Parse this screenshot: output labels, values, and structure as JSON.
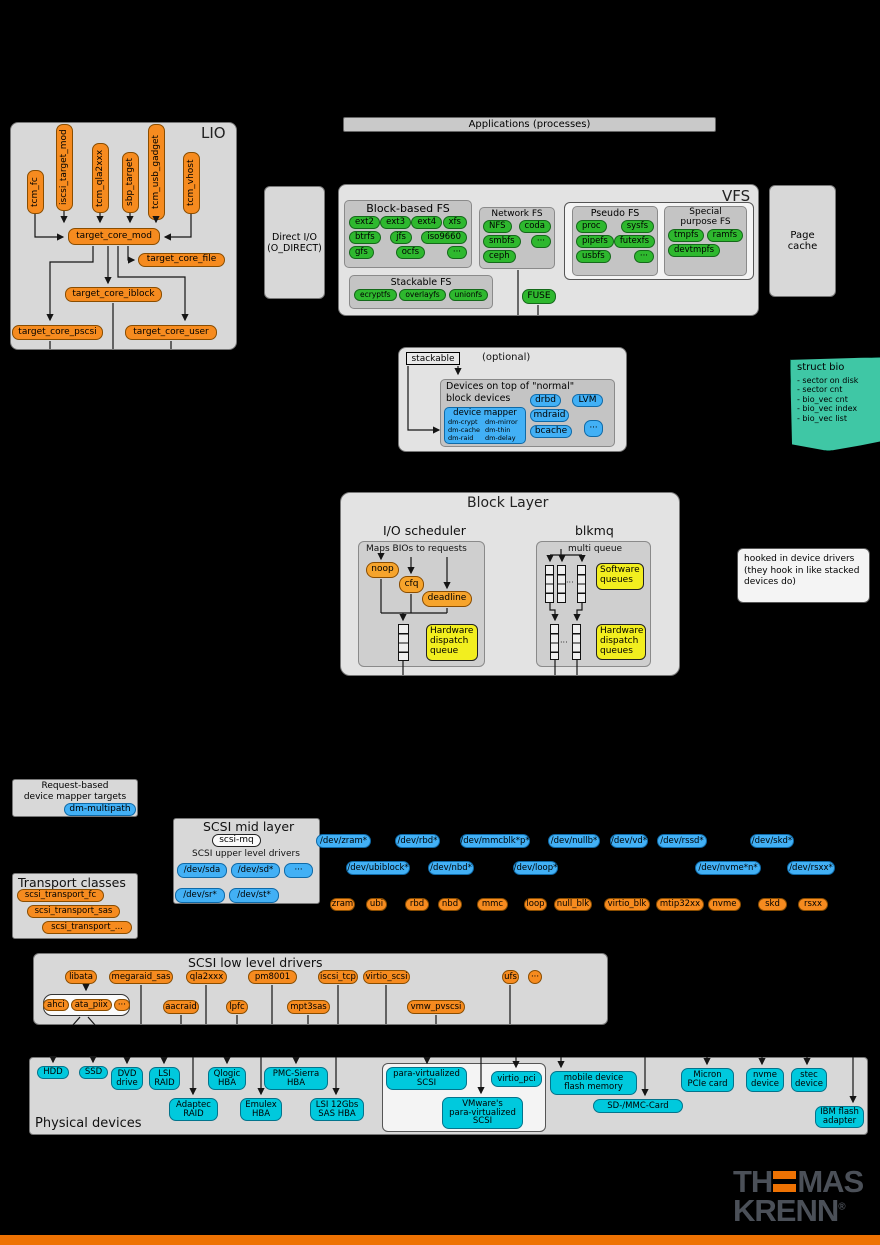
{
  "colors": {
    "orange": "#f68b1f",
    "orange2": "#f6a42c",
    "green": "#2eb82e",
    "blue": "#42b0f5",
    "cyan": "#00c9dd",
    "yellow": "#f2ee1f",
    "teal": "#3fc7a5",
    "brand_orange": "#ee7203",
    "brand_gray": "#4b5058"
  },
  "applications": {
    "label": "Applications (processes)"
  },
  "lio": {
    "title": "LIO",
    "vertical": [
      "tcm_fc",
      "iscsi_target_mod",
      "tcm_qla2xxx",
      "sbp_target",
      "tcm_usb_gadget",
      "tcm_vhost"
    ],
    "core": "target_core_mod",
    "file": "target_core_file",
    "iblock": "target_core_iblock",
    "pscsi": "target_core_pscsi",
    "user": "target_core_user"
  },
  "direct_io": {
    "label": "Direct I/O\n(O_DIRECT)"
  },
  "page_cache": {
    "label": "Page\ncache"
  },
  "vfs": {
    "title": "VFS",
    "block_based": {
      "title": "Block-based FS",
      "row1": [
        "ext2",
        "ext3",
        "ext4",
        "xfs"
      ],
      "row2": [
        "btrfs",
        "jfs",
        "iso9660"
      ],
      "row3": [
        "gfs",
        "ocfs",
        "···"
      ]
    },
    "network": {
      "title": "Network FS",
      "row1": [
        "NFS",
        "coda"
      ],
      "row2": [
        "smbfs",
        "···"
      ],
      "row3": [
        "ceph"
      ]
    },
    "pseudo": {
      "title": "Pseudo FS",
      "row1": [
        "proc",
        "sysfs"
      ],
      "row2": [
        "pipefs",
        "futexfs"
      ],
      "row3": [
        "usbfs",
        "···"
      ]
    },
    "special": {
      "title": "Special\npurpose FS",
      "row1": [
        "tmpfs",
        "ramfs"
      ],
      "row2": [
        "devtmpfs"
      ]
    },
    "stackable_fs": {
      "title": "Stackable FS",
      "items": [
        "ecryptfs",
        "overlayfs",
        "unionfs"
      ]
    },
    "fuse": "FUSE"
  },
  "optional_stack": {
    "stackable": "stackable",
    "optional": "(optional)",
    "title": "Devices on top of \"normal\"\nblock devices",
    "device_mapper": {
      "title": "device mapper",
      "items": [
        "dm-crypt",
        "dm-mirror",
        "dm-cache",
        "dm-thin",
        "dm-raid",
        "dm-delay"
      ]
    },
    "drbd": "drbd",
    "lvm": "LVM",
    "mdraid": "mdraid",
    "bcache": "bcache",
    "more": "···"
  },
  "struct_bio": {
    "title": "struct bio",
    "fields": [
      "- sector on disk",
      "- sector cnt",
      "- bio_vec cnt",
      "- bio_vec index",
      "- bio_vec list"
    ]
  },
  "block_layer": {
    "title": "Block Layer",
    "io_scheduler": {
      "title": "I/O scheduler",
      "note": "Maps BIOs to requests",
      "noop": "noop",
      "cfq": "cfq",
      "deadline": "deadline",
      "hw_queue": "Hardware\ndispatch\nqueue"
    },
    "blkmq": {
      "title": "blkmq",
      "note": "multi queue",
      "software": "Software\nqueues",
      "hardware": "Hardware\ndispatch\nqueues",
      "dots1": "···",
      "dots2": "···"
    }
  },
  "hooked_note": {
    "text": "hooked in device drivers\n(they hook in like stacked\ndevices do)"
  },
  "request_based": {
    "title": "Request-based\ndevice mapper targets",
    "item": "dm-multipath"
  },
  "transport": {
    "title": "Transport classes",
    "items": [
      "scsi_transport_fc",
      "scsi_transport_sas",
      "scsi_transport_..."
    ]
  },
  "scsi_mid": {
    "title": "SCSI mid layer",
    "mq": "scsi-mq",
    "upper": "SCSI upper level drivers",
    "row1": [
      "/dev/sda",
      "/dev/sd*",
      "···"
    ],
    "row2": [
      "/dev/sr*",
      "/dev/st*"
    ]
  },
  "dev_nodes": {
    "row1": [
      "/dev/zram*",
      "/dev/rbd*",
      "/dev/mmcblk*p*",
      "/dev/nullb*",
      "/dev/vd*",
      "/dev/rssd*",
      "/dev/skd*"
    ],
    "row2": [
      "/dev/ubiblock*",
      "/dev/nbd*",
      "/dev/loop*",
      "/dev/nvme*n*",
      "/dev/rsxx*"
    ]
  },
  "block_drivers": [
    "zram",
    "ubi",
    "rbd",
    "nbd",
    "mmc",
    "loop",
    "null_blk",
    "virtio_blk",
    "mtip32xx",
    "nvme",
    "skd",
    "rsxx"
  ],
  "scsi_low": {
    "title": "SCSI low level drivers",
    "row1": [
      "libata",
      "megaraid_sas",
      "qla2xxx",
      "pm8001",
      "iscsi_tcp",
      "virtio_scsi",
      "ufs",
      "···"
    ],
    "ata": [
      "ahci",
      "ata_piix",
      "···"
    ],
    "row2": [
      "aacraid",
      "lpfc",
      "mpt3sas",
      "vmw_pvscsi"
    ]
  },
  "physical": {
    "title": "Physical devices",
    "hdd": "HDD",
    "ssd": "SSD",
    "dvd": "DVD\ndrive",
    "lsi_raid": "LSI\nRAID",
    "qlogic": "Qlogic\nHBA",
    "pmc": "PMC-Sierra\nHBA",
    "adaptec": "Adaptec\nRAID",
    "emulex": "Emulex\nHBA",
    "lsi12": "LSI 12Gbs\nSAS HBA",
    "paravirt": "para-virtualized\nSCSI",
    "virtio_pci": "virtio_pci",
    "vmware": "VMware's\npara-virtualized\nSCSI",
    "mobile": "mobile device\nflash memory",
    "sdmmc": "SD-/MMC-Card",
    "micron": "Micron\nPCIe card",
    "nvme_dev": "nvme\ndevice",
    "stec": "stec\ndevice",
    "ibm": "IBM flash\nadapter"
  },
  "brand": {
    "t1": "TH",
    "t2": "MAS",
    "t3": "KRENN",
    "reg": "®"
  }
}
